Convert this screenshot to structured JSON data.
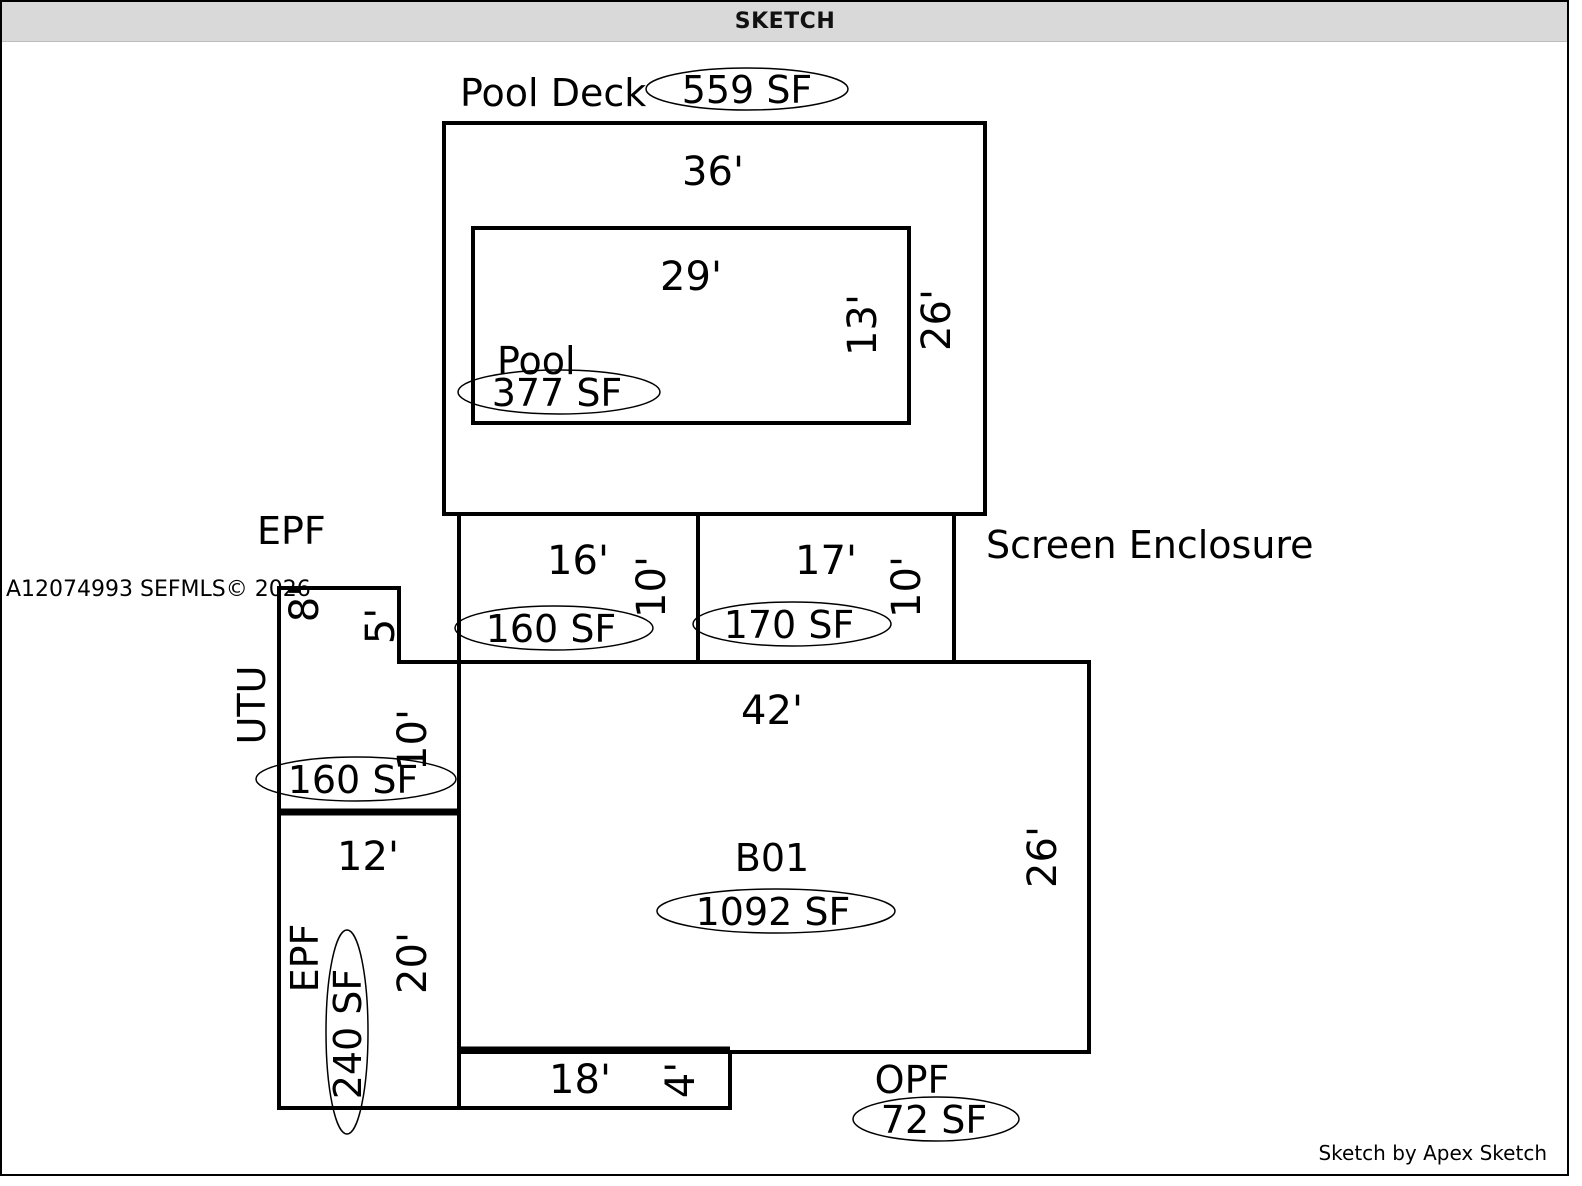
{
  "header": {
    "title": "SKETCH"
  },
  "watermark": "A12074993  SEFMLS© 2026",
  "credit": "Sketch by Apex Sketch",
  "areas": {
    "pool_deck": {
      "label": "Pool Deck",
      "area": "559 SF",
      "width": "36'",
      "depth": "26'"
    },
    "pool": {
      "label": "Pool",
      "area": "377 SF",
      "width": "29'",
      "depth": "13'"
    },
    "epf_upper": {
      "label": "EPF",
      "area": "160 SF",
      "width": "16'",
      "depth": "10'"
    },
    "screen_enclosure": {
      "label": "Screen Enclosure",
      "area": "170 SF",
      "width": "17'",
      "depth": "10'"
    },
    "utu": {
      "label": "UTU",
      "area": "160 SF",
      "dim_top": "8'",
      "dim_notch": "5'",
      "dim_side": "10'"
    },
    "b01": {
      "label": "B01",
      "area": "1092 SF",
      "width": "42'",
      "depth": "26'"
    },
    "epf_lower": {
      "label": "EPF",
      "area": "240 SF",
      "width": "12'",
      "depth": "20'"
    },
    "opf": {
      "label": "OPF",
      "area": "72 SF",
      "width": "18'",
      "depth": "4'"
    }
  }
}
